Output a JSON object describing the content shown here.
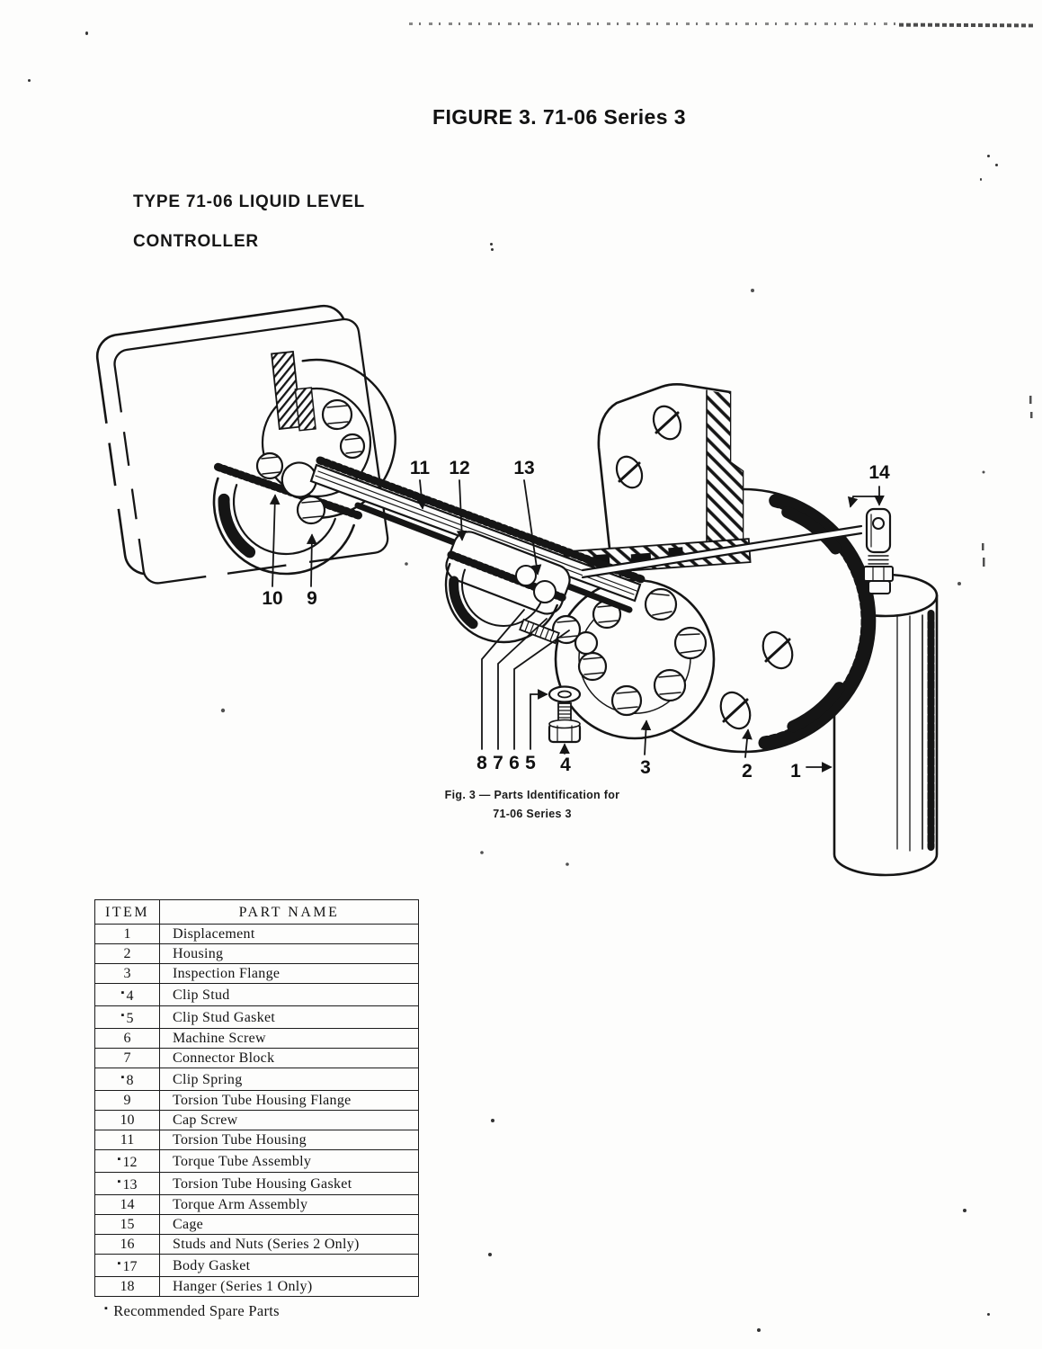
{
  "page": {
    "title": "FIGURE 3.  71-06 Series 3",
    "heading_line1": "TYPE 71-06 LIQUID LEVEL",
    "heading_line2": "CONTROLLER",
    "caption_line1": "Fig. 3 — Parts Identification for",
    "caption_line2": "71-06 Series 3"
  },
  "diagram": {
    "callouts": {
      "c1": "1",
      "c2": "2",
      "c3": "3",
      "c4": "4",
      "c5": "5",
      "c6": "6",
      "c7": "7",
      "c8": "8",
      "c9": "9",
      "c10": "10",
      "c11": "11",
      "c12": "12",
      "c13": "13",
      "c14": "14"
    }
  },
  "table": {
    "headers": [
      "ITEM",
      "PART NAME"
    ],
    "spare_marker": "▪",
    "rows": [
      {
        "item": "1",
        "name": "Displacement",
        "spare": false
      },
      {
        "item": "2",
        "name": "Housing",
        "spare": false
      },
      {
        "item": "3",
        "name": "Inspection Flange",
        "spare": false
      },
      {
        "item": "4",
        "name": "Clip Stud",
        "spare": true
      },
      {
        "item": "5",
        "name": "Clip Stud Gasket",
        "spare": true
      },
      {
        "item": "6",
        "name": "Machine Screw",
        "spare": false
      },
      {
        "item": "7",
        "name": "Connector Block",
        "spare": false
      },
      {
        "item": "8",
        "name": "Clip Spring",
        "spare": true
      },
      {
        "item": "9",
        "name": "Torsion Tube Housing Flange",
        "spare": false
      },
      {
        "item": "10",
        "name": "Cap Screw",
        "spare": false
      },
      {
        "item": "11",
        "name": "Torsion Tube Housing",
        "spare": false
      },
      {
        "item": "12",
        "name": "Torque Tube Assembly",
        "spare": true
      },
      {
        "item": "13",
        "name": "Torsion Tube Housing Gasket",
        "spare": true
      },
      {
        "item": "14",
        "name": "Torque Arm Assembly",
        "spare": false
      },
      {
        "item": "15",
        "name": "Cage",
        "spare": false
      },
      {
        "item": "16",
        "name": "Studs and Nuts (Series 2 Only)",
        "spare": false
      },
      {
        "item": "17",
        "name": "Body Gasket",
        "spare": true
      },
      {
        "item": "18",
        "name": "Hanger (Series 1 Only)",
        "spare": false
      }
    ],
    "footnote": "Recommended Spare Parts"
  }
}
